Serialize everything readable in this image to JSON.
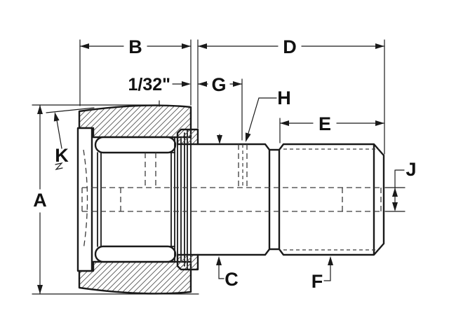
{
  "drawing": {
    "title": "cam-follower-bearing-cross-section",
    "colors": {
      "line": "#1a1a1a",
      "background": "#ffffff"
    },
    "labels": {
      "A": "A",
      "B": "B",
      "C": "C",
      "D": "D",
      "E": "E",
      "F": "F",
      "G": "G",
      "H": "H",
      "J": "J",
      "K": "K",
      "gap": "1/32\""
    }
  }
}
